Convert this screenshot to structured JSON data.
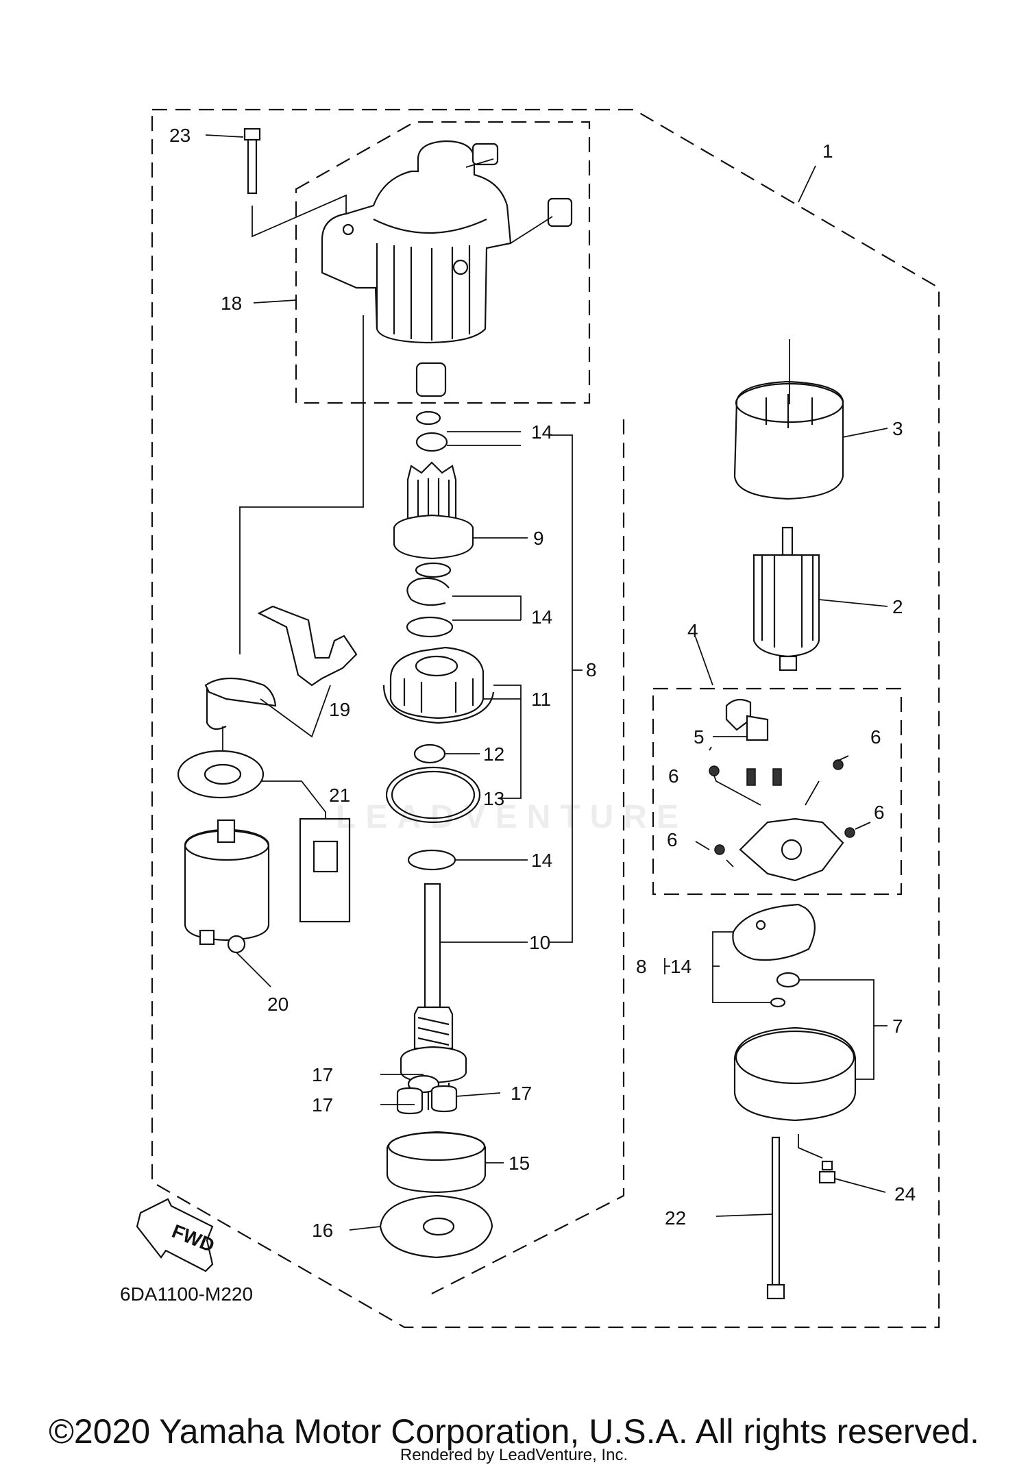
{
  "diagram_code": "6DA1100-M220",
  "fwd_label": "FWD",
  "watermark": "LEADVENTURE",
  "copyright": "©2020 Yamaha Motor Corporation, U.S.A. All rights reserved.",
  "rendered_by": "Rendered by LeadVenture, Inc.",
  "callouts": {
    "c1": "1",
    "c2": "2",
    "c3": "3",
    "c4": "4",
    "c5": "5",
    "c6a": "6",
    "c6b": "6",
    "c6c": "6",
    "c6d": "6",
    "c7": "7",
    "c8a": "8",
    "c8b": "8",
    "c9": "9",
    "c10": "10",
    "c11": "11",
    "c12": "12",
    "c13": "13",
    "c14a": "14",
    "c14b": "14",
    "c14c": "14",
    "c14d": "14",
    "c15": "15",
    "c16": "16",
    "c17a": "17",
    "c17b": "17",
    "c17c": "17",
    "c18": "18",
    "c19": "19",
    "c20": "20",
    "c21": "21",
    "c22": "22",
    "c23": "23",
    "c24": "24"
  }
}
